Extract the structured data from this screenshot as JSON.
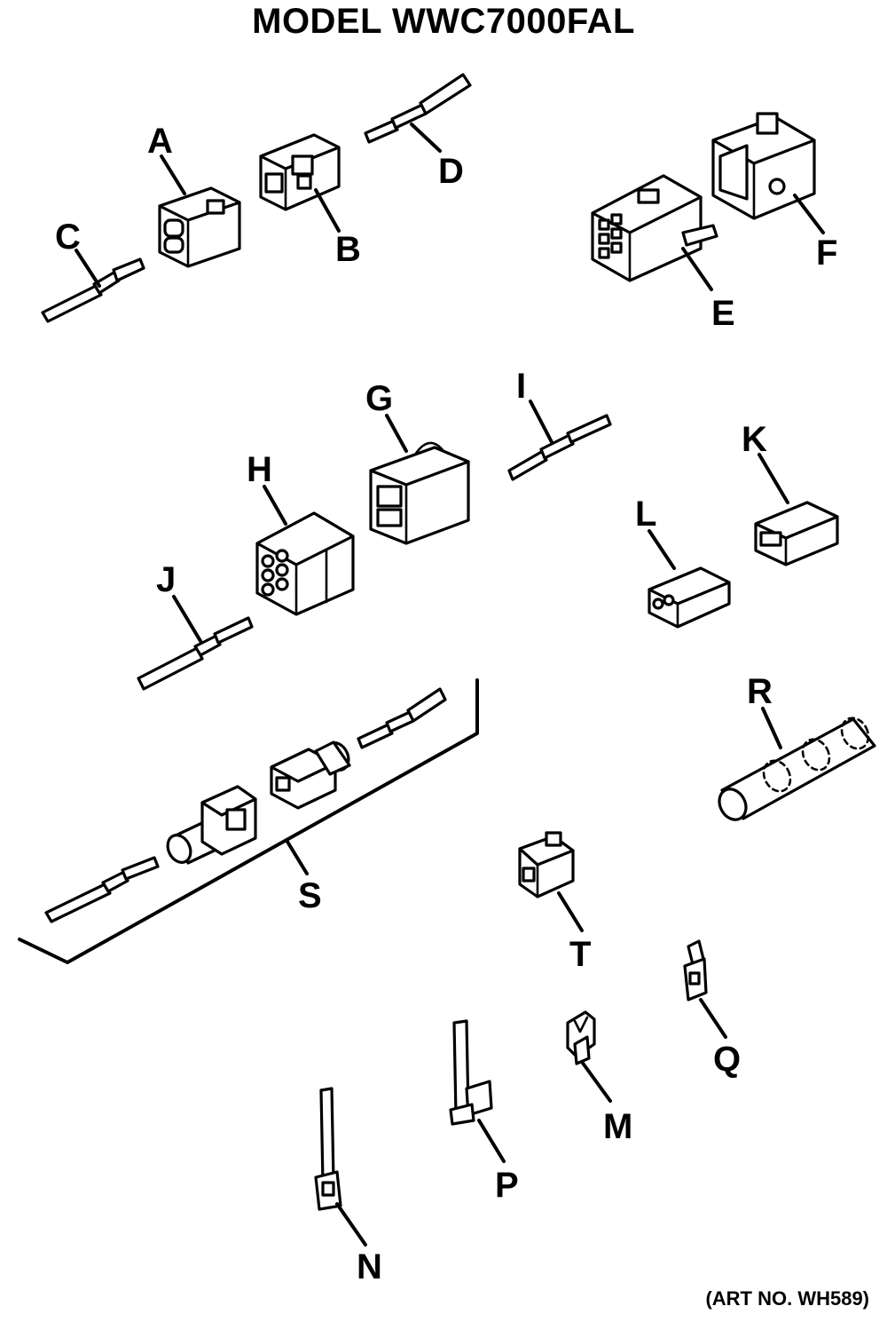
{
  "title": "MODEL WWC7000FAL",
  "art_number": "(ART NO. WH589)",
  "part_labels": {
    "A": "A",
    "B": "B",
    "C": "C",
    "D": "D",
    "E": "E",
    "F": "F",
    "G": "G",
    "H": "H",
    "I": "I",
    "J": "J",
    "K": "K",
    "L": "L",
    "M": "M",
    "N": "N",
    "P": "P",
    "Q": "Q",
    "R": "R",
    "S": "S",
    "T": "T"
  }
}
